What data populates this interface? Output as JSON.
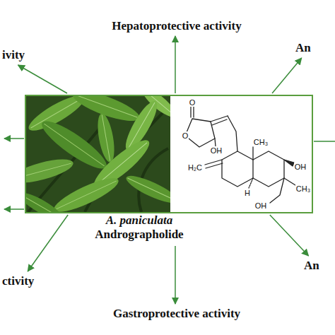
{
  "diagram": {
    "nodes": [
      {
        "text": [
          "Hepatoprotective activity"
        ]
      },
      {
        "text": [
          "ivity"
        ]
      },
      {
        "text": [
          "An"
        ]
      },
      {
        "text": [
          "A. paniculata",
          "Andrographolide"
        ]
      },
      {
        "text": [
          "ctivity"
        ]
      },
      {
        "text": [
          "An"
        ]
      },
      {
        "text": [
          "Gastroprotective activity"
        ]
      }
    ],
    "edges": [
      {
        "from": 3,
        "to": 0,
        "arrow": "to"
      },
      {
        "from": 3,
        "to": 1,
        "arrow": "to"
      },
      {
        "from": 3,
        "to": 2,
        "arrow": "to"
      },
      {
        "from": 3,
        "to": 4,
        "arrow": "to"
      },
      {
        "from": 3,
        "to": 5,
        "arrow": "to"
      },
      {
        "from": 3,
        "to": 6,
        "arrow": "to"
      }
    ],
    "labels": [
      "O",
      "O",
      "CH₃",
      "OH",
      "H₂C",
      "OH",
      "CH₃",
      "H",
      "OH"
    ]
  }
}
